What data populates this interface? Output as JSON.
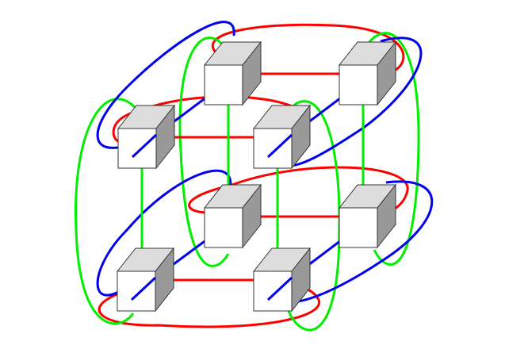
{
  "diagram": {
    "kind": "2x2x2 torus network of cube nodes",
    "colors": {
      "x_links": "#ff0000",
      "y_links": "#00ee00",
      "z_links": "#0000ee",
      "cube_front": "#ffffff",
      "cube_top": "#dddddd",
      "cube_side": "#999999",
      "cube_outline": "#333333"
    },
    "nodes": [
      "back-top-left",
      "back-top-right",
      "front-top-left",
      "front-top-right",
      "back-bottom-left",
      "back-bottom-right",
      "front-bottom-left",
      "front-bottom-right"
    ],
    "links": {
      "x": [
        [
          "back-top-left",
          "back-top-right"
        ],
        [
          "front-top-left",
          "front-top-right"
        ],
        [
          "back-bottom-left",
          "back-bottom-right"
        ],
        [
          "front-bottom-left",
          "front-bottom-right"
        ]
      ],
      "y": [
        [
          "back-top-left",
          "back-bottom-left"
        ],
        [
          "front-top-left",
          "front-bottom-left"
        ],
        [
          "back-top-right",
          "back-bottom-right"
        ],
        [
          "front-top-right",
          "front-bottom-right"
        ]
      ],
      "z": [
        [
          "front-top-left",
          "back-top-left"
        ],
        [
          "front-top-right",
          "back-top-right"
        ],
        [
          "front-bottom-left",
          "back-bottom-left"
        ],
        [
          "front-bottom-right",
          "back-bottom-right"
        ]
      ]
    },
    "wraparound_links": true
  }
}
